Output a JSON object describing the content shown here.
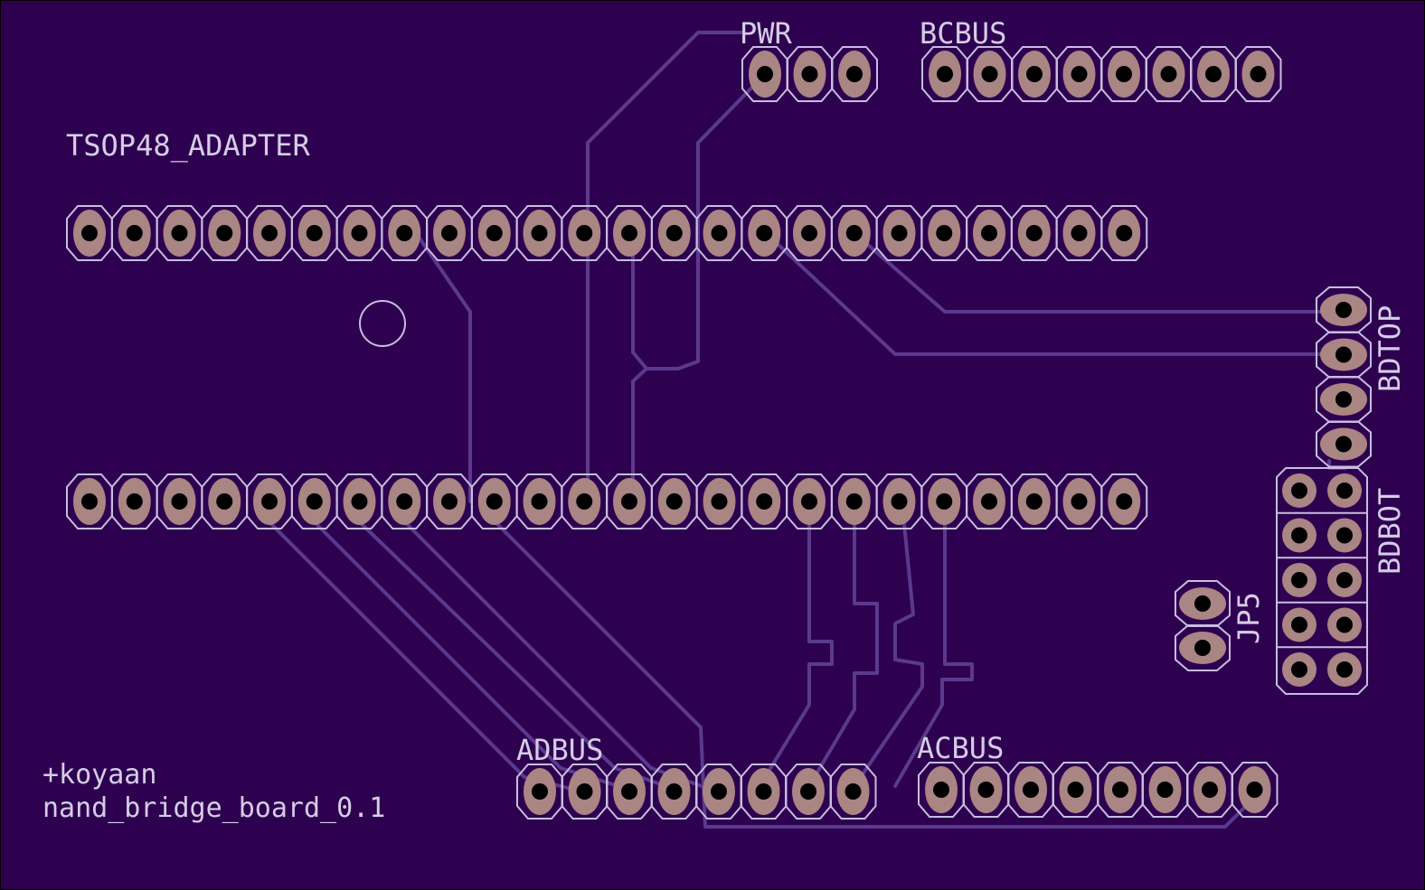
{
  "board": {
    "background": "#2e0050",
    "trace_color": "#5a3a8c",
    "silkscreen_color": "#d4cde6",
    "pad_color": "#a98583"
  },
  "labels": {
    "tsop": "TSOP48_ADAPTER",
    "pwr": "PWR",
    "bcbus": "BCBUS",
    "adbus": "ADBUS",
    "acbus": "ACBUS",
    "bdtop": "BDTOP",
    "bdbot": "BDBOT",
    "jp5": "JP5",
    "author": "+koyaan",
    "board_name": "nand_bridge_board_0.1"
  },
  "headers": {
    "tsop_top_pins": 24,
    "tsop_bottom_pins": 24,
    "pwr_pins": 3,
    "bcbus_pins": 8,
    "adbus_pins": 8,
    "acbus_pins": 8,
    "bdtop_pins": 4,
    "bdbot_rows": 5,
    "bdbot_cols": 2,
    "jp5_pins": 2
  }
}
